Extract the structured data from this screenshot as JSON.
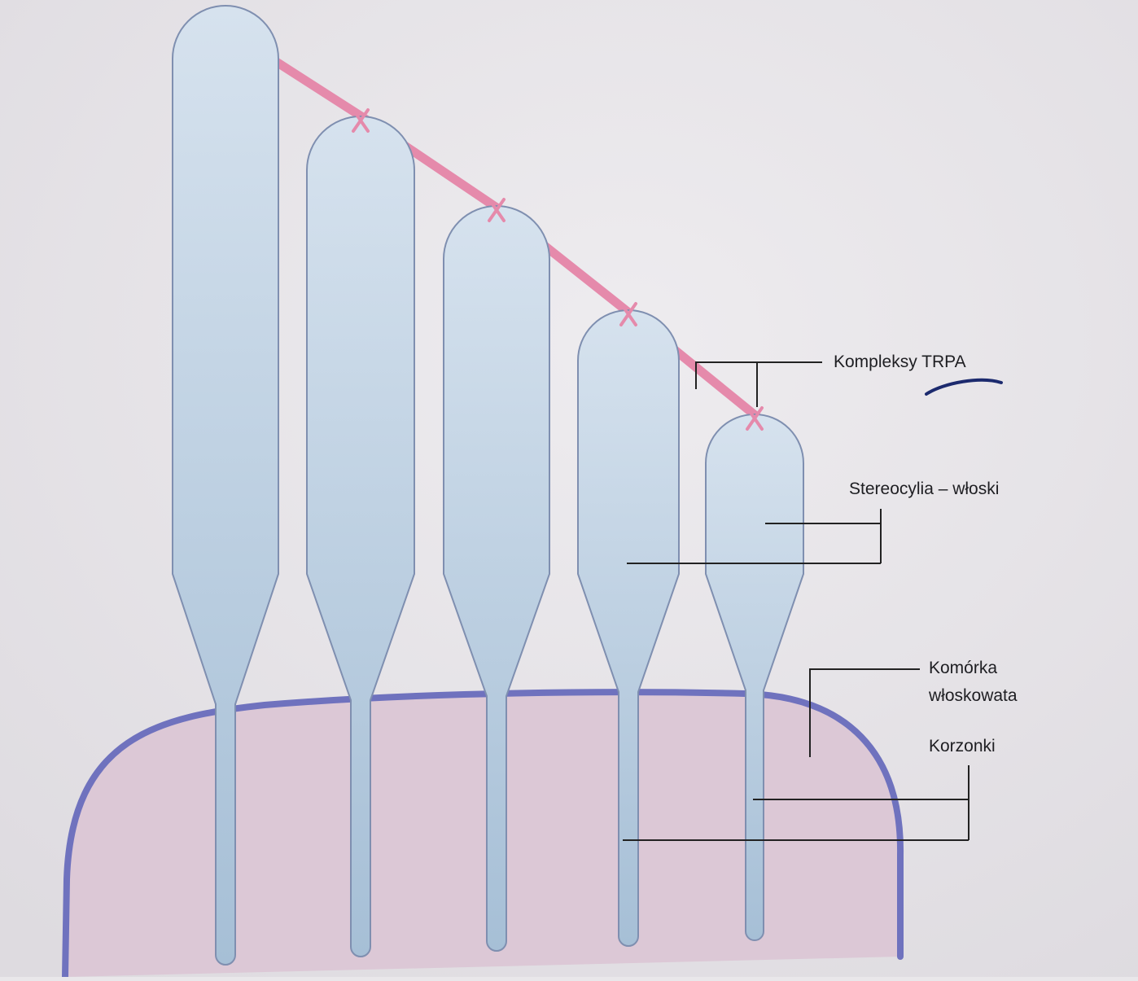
{
  "labels": {
    "trpa": "Kompleksy TRPA",
    "stereocilia": "Stereocylia – włoski",
    "hair_cell_line1": "Komórka",
    "hair_cell_line2": "włoskowata",
    "rootlets": "Korzonki"
  },
  "stereocilia": [
    {
      "name": "stereocilium-1",
      "rank": 1
    },
    {
      "name": "stereocilium-2",
      "rank": 2
    },
    {
      "name": "stereocilium-3",
      "rank": 3
    },
    {
      "name": "stereocilium-4",
      "rank": 4
    },
    {
      "name": "stereocilium-5",
      "rank": 5
    }
  ],
  "colors": {
    "background": "#e9e7ea",
    "cell_fill": "#dcc8d6",
    "cell_outline": "#6f72be",
    "stereocilia_top": "#d6e2ee",
    "stereocilia_bottom": "#a6bfd6",
    "stereocilia_outline": "#7f8fb0",
    "tip_link": "#e58aab",
    "leader_line": "#222222",
    "pen_underline": "#1c2a6e"
  }
}
